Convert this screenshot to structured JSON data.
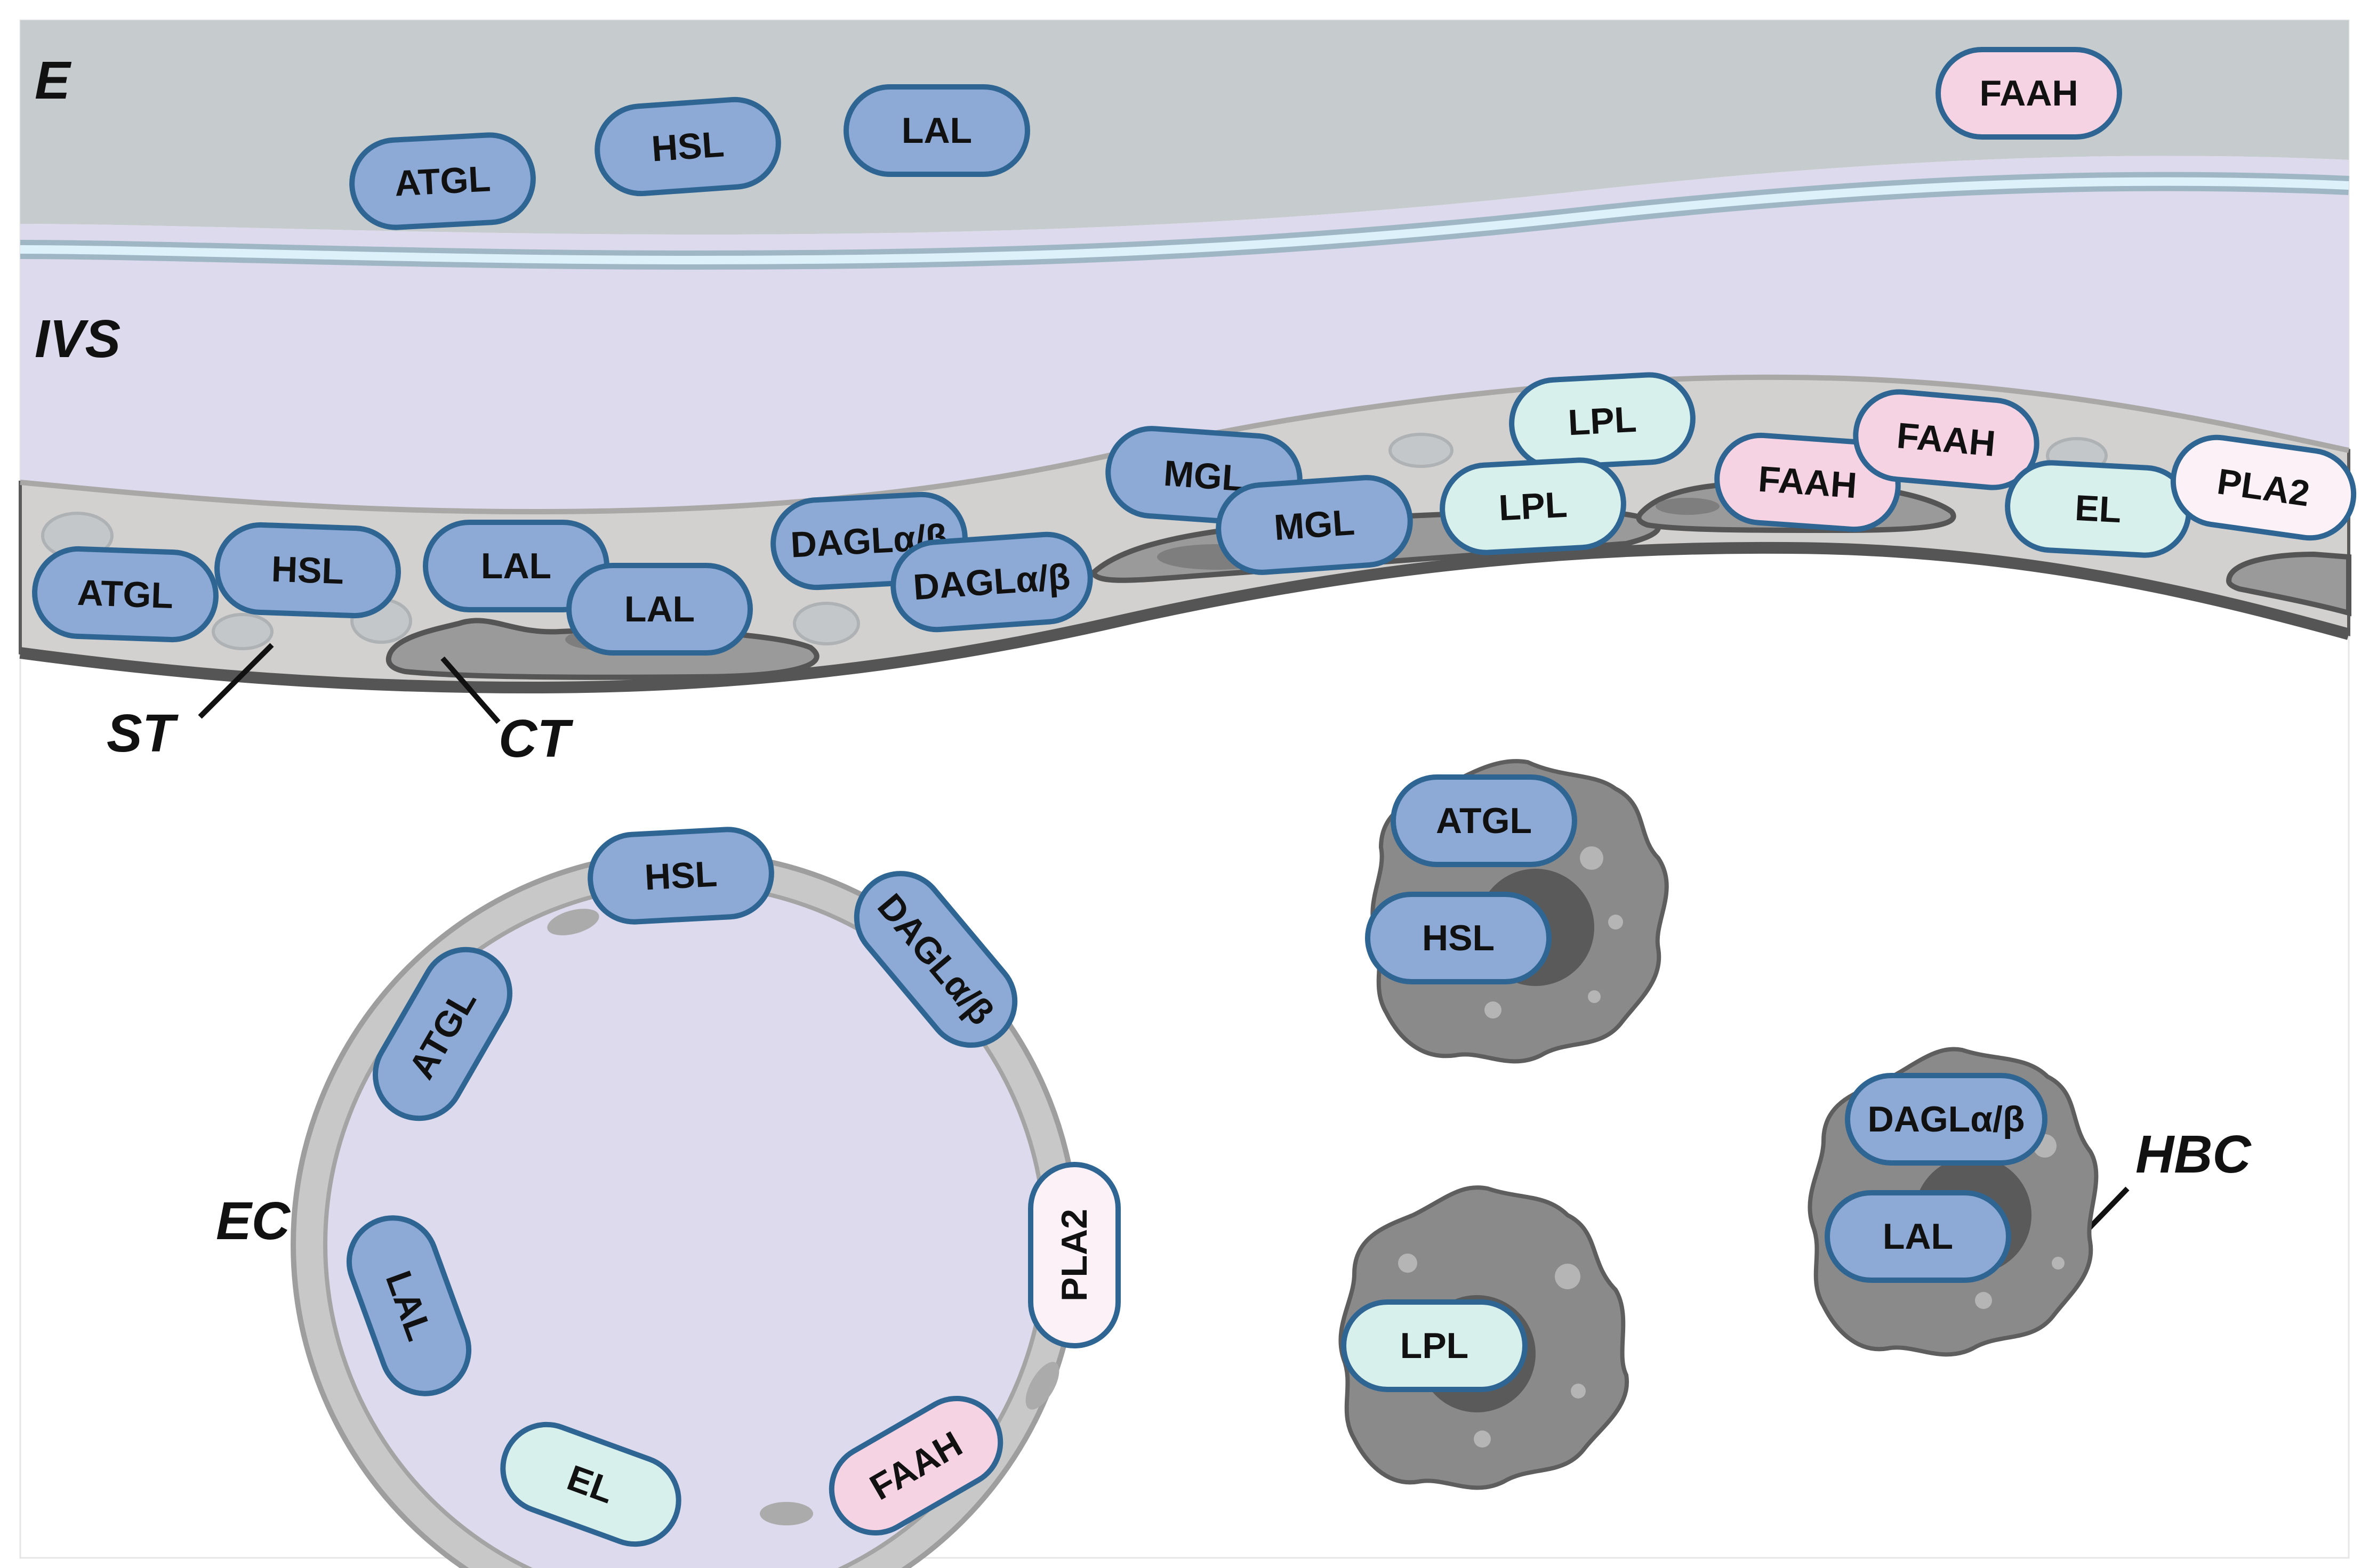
{
  "regions": {
    "e": "E",
    "ivs": "IVS",
    "st": "ST",
    "ct": "CT",
    "ec": "EC",
    "hbc": "HBC"
  },
  "enzyme_legend": {
    "blue": [
      "ATGL",
      "HSL",
      "LAL",
      "MGL",
      "DAGLα/β"
    ],
    "teal": [
      "LPL",
      "EL"
    ],
    "pink": [
      "FAAH"
    ],
    "white": [
      "PLA2"
    ]
  },
  "colors": {
    "blue_fill": "#8DA9D6",
    "blue_stroke": "#2F6593",
    "teal_fill": "#D7F0EC",
    "teal_stroke": "#2F6593",
    "pink_fill": "#F6D3E2",
    "pink_stroke": "#2F6593",
    "white_fill": "#FCF1F6",
    "white_stroke": "#2F6593",
    "endothelium_bg": "#C6CBCE",
    "ivs_bg": "#DCDAEC",
    "membrane": "#BEE3F2"
  },
  "pills": {
    "e_atgl": "ATGL",
    "e_hsl": "HSL",
    "e_lal": "LAL",
    "e_faah": "FAAH",
    "st_atgl": "ATGL",
    "st_hsl": "HSL",
    "st_lal1": "LAL",
    "st_lal2": "LAL",
    "st_dagl1": "DAGLα/β",
    "st_dagl2": "DAGLα/β",
    "st_mgl1": "MGL",
    "st_mgl2": "MGL",
    "st_lpl1": "LPL",
    "st_lpl2": "LPL",
    "st_faah1": "FAAH",
    "st_faah2": "FAAH",
    "st_el": "EL",
    "st_pla2": "PLA2",
    "ec_hsl": "HSL",
    "ec_dagl": "DAGLα/β",
    "ec_atgl": "ATGL",
    "ec_pla2": "PLA2",
    "ec_lal": "LAL",
    "ec_el": "EL",
    "ec_faah": "FAAH",
    "hbc1_atgl": "ATGL",
    "hbc1_hsl": "HSL",
    "hbc2_lpl": "LPL",
    "hbc3_dagl": "DAGLα/β",
    "hbc3_lal": "LAL"
  }
}
